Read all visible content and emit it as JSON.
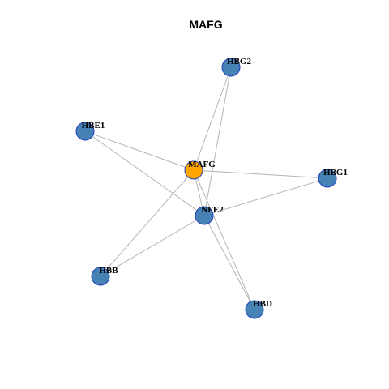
{
  "title": "MAFG",
  "colors": {
    "background": "#ffffff",
    "edge": "#b4b4b4",
    "node_fill": "#4682b4",
    "center_fill": "#ffa500",
    "node_border": "#1f3fbf"
  },
  "nodes": [
    {
      "id": "MAFG",
      "label": "MAFG",
      "center": true
    },
    {
      "id": "NFE2",
      "label": "NFE2",
      "center": false
    },
    {
      "id": "HBG2",
      "label": "HBG2",
      "center": false
    },
    {
      "id": "HBE1",
      "label": "HBE1",
      "center": false
    },
    {
      "id": "HBG1",
      "label": "HBG1",
      "center": false
    },
    {
      "id": "HBB",
      "label": "HBB",
      "center": false
    },
    {
      "id": "HBD",
      "label": "HBD",
      "center": false
    }
  ],
  "edges": [
    [
      "MAFG",
      "HBG2"
    ],
    [
      "MAFG",
      "HBE1"
    ],
    [
      "MAFG",
      "HBG1"
    ],
    [
      "MAFG",
      "NFE2"
    ],
    [
      "MAFG",
      "HBB"
    ],
    [
      "MAFG",
      "HBD"
    ],
    [
      "NFE2",
      "HBG2"
    ],
    [
      "NFE2",
      "HBE1"
    ],
    [
      "NFE2",
      "HBG1"
    ],
    [
      "NFE2",
      "HBB"
    ],
    [
      "NFE2",
      "HBD"
    ]
  ]
}
